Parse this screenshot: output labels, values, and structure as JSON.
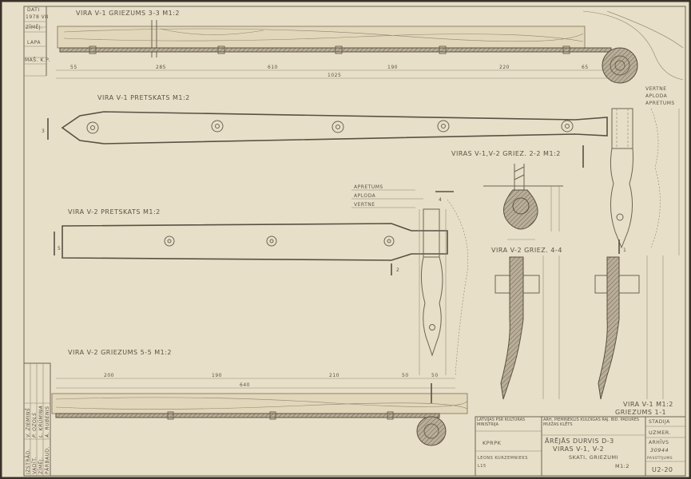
{
  "sheet_labels": {
    "v1_section_3_3": "VIRA V-1 GRIEZUMS 3-3 M1:2",
    "v1_front_view": "VIRA V-1 PRETSKATS M1:2",
    "v1_v2_section_2_2": "VIRAS V-1,V-2 GRIEZ. 2-2 M1:2",
    "v2_front_view": "VIRA V-2 PRETSKATS M1:2",
    "v2_section_4_4": "VIRA V-2 GRIEZ. 4-4",
    "v2_section_5_5": "VIRA V-2 GRIEZUMS 5-5 M1:2",
    "v1_section_1_1_a": "VIRA V-1 M1:2",
    "v1_section_1_1_b": "GRIEZUMS 1-1"
  },
  "layer_labels": [
    "APRETUMS",
    "APLODA",
    "VERTNE"
  ],
  "top_dimensions": [
    "55",
    "285",
    "610",
    "190",
    "220",
    "65"
  ],
  "top_total": "1025",
  "bottom_dimensions": [
    "200",
    "190",
    "210",
    "50",
    "50"
  ],
  "bottom_total": "640",
  "section_marks": [
    "3",
    "5",
    "2",
    "4",
    "1"
  ],
  "left_column": [
    "DATI",
    "1978 VII",
    "ZĪMĒJ.",
    "LAPA",
    "MAŠ. K.P."
  ],
  "signature_roles": [
    "IZSTRĀD.",
    "VADĪT.",
    "ZĪMĒJ.",
    "PĀRBAUD."
  ],
  "signature_names": [
    "V. ZIEMIŅŠ",
    "P. OZOLS",
    "L. KRŪMIŅA",
    "A. RUBENIS"
  ],
  "title_block": {
    "org": "LATVIJAS PSR KULTŪRAS MINISTRIJA",
    "org_short": "KPRPK",
    "author": "LEONS KURZEMNIEKS",
    "author_code": "L15",
    "object": "ARH. PIEMINEKLIS KULDĪGAS RAJ. BĪD. PADURES MUIŽAS KLĒTS",
    "drawing_title": "ĀRĒJĀS DURVIS D-3",
    "drawing_sub": "VIRAS V-1, V-2",
    "drawing_sub2": "SKATI, GRIEZUMI",
    "scale": "M1:2",
    "stage_label": "STADIJA",
    "stage_value": "UZMER.",
    "archive_label": "ARHĪVS",
    "archive_no": "30944",
    "order_label": "PASŪTĪJUMS",
    "sheet_no": "U2-20"
  }
}
